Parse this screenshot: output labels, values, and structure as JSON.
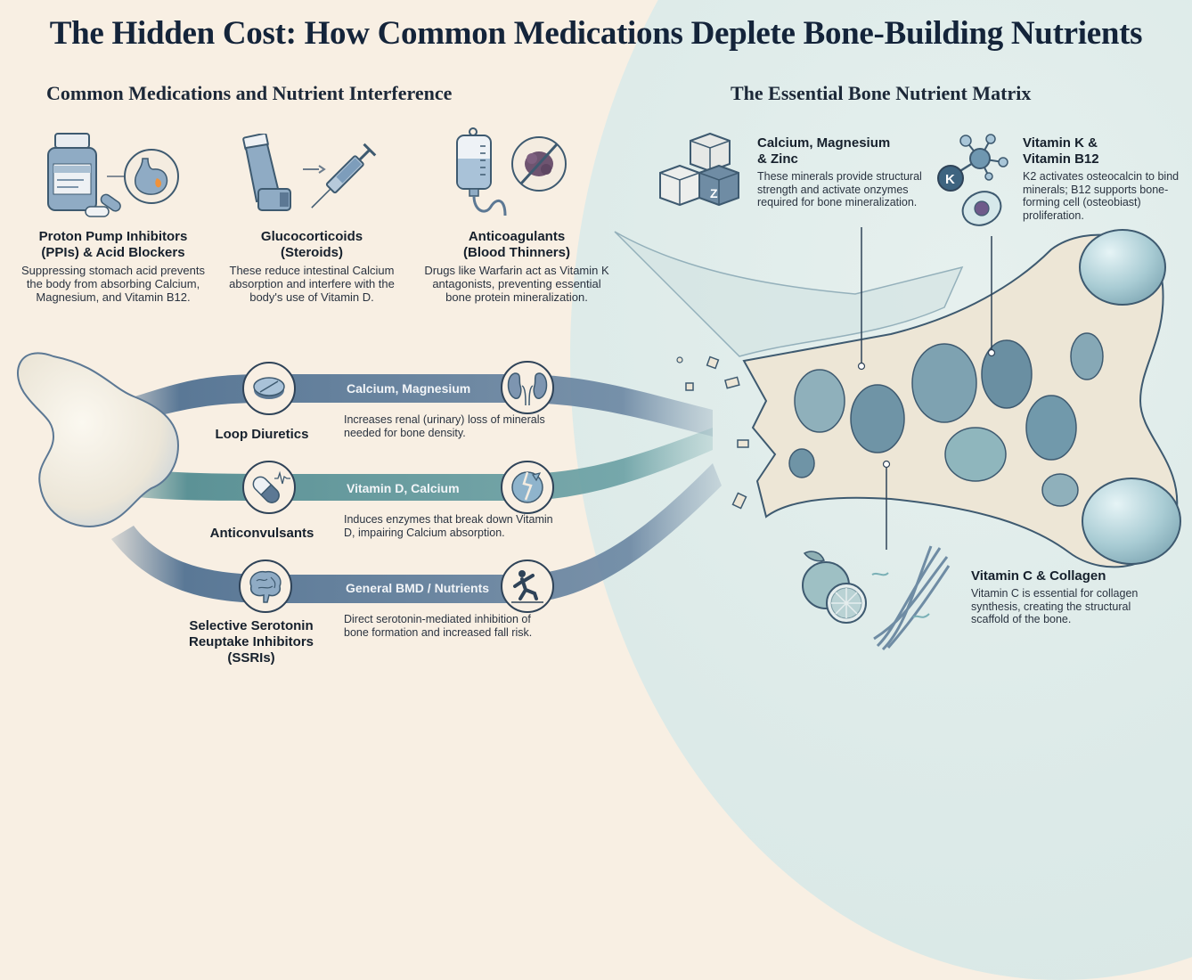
{
  "title": "The Hidden Cost: How Common Medications Deplete Bone-Building Nutrients",
  "left_section": {
    "heading": "Common Medications and Nutrient Interference",
    "medications": [
      {
        "name_line1": "Proton Pump Inhibitors",
        "name_line2": "(PPIs) & Acid Blockers",
        "description": "Suppressing stomach acid prevents the body from absorbing Calcium, Magnesium, and Vitamin B12.",
        "icons": [
          "pill-bottle-icon",
          "stomach-acid-icon"
        ]
      },
      {
        "name_line1": "Glucocorticoids",
        "name_line2": "(Steroids)",
        "description": "These reduce intestinal Calcium absorption and interfere with the body's use of Vitamin D.",
        "icons": [
          "inhaler-icon",
          "syringe-icon"
        ]
      },
      {
        "name_line1": "Anticoagulants",
        "name_line2": "(Blood Thinners)",
        "description": "Drugs like Warfarin act as Vitamin K antagonists, preventing essential bone protein mineralization.",
        "icons": [
          "iv-bag-icon",
          "no-clot-icon"
        ]
      }
    ],
    "pathways": [
      {
        "medication": "Loop Diuretics",
        "nutrients": "Calcium, Magnesium",
        "description": "Increases renal (urinary) loss of minerals needed for bone density.",
        "med_icon": "tablet-icon",
        "effect_icon": "kidneys-icon",
        "band_color": "#5a7896"
      },
      {
        "medication": "Anticonvulsants",
        "nutrients": "Vitamin D, Calcium",
        "description": "Induces enzymes that break down Vitamin D, impairing Calcium absorption.",
        "med_icon": "capsule-pulse-icon",
        "effect_icon": "cracked-bone-icon",
        "band_color": "#5c9296"
      },
      {
        "medication_line1": "Selective Serotonin",
        "medication_line2": "Reuptake Inhibitors (SSRIs)",
        "nutrients": "General BMD / Nutrients",
        "description": "Direct serotonin-mediated inhibition of bone formation and increased fall risk.",
        "med_icon": "brain-icon",
        "effect_icon": "falling-person-icon",
        "band_color": "#4e6e8e"
      }
    ]
  },
  "right_section": {
    "heading": "The Essential Bone Nutrient Matrix",
    "nutrients": [
      {
        "name_line1": "Calcium, Magnesium",
        "name_line2": "& Zinc",
        "description": "These minerals provide structural strength and activate onzymes required for bone mineralization.",
        "icon": "mineral-cubes-icon",
        "cube_letter": "Z"
      },
      {
        "name_line1": "Vitamin K &",
        "name_line2": "Vitamin B12",
        "description": "K2 activates osteocalcin to bind minerals; B12 supports bone-forming cell (osteobiast) proliferation.",
        "icon": "molecule-cell-icon",
        "molecule_letter": "K"
      },
      {
        "name": "Vitamin C & Collagen",
        "description": "Vitamin C is essential for collagen synthesis, creating the structural scaffold of the bone.",
        "icon": "citrus-collagen-icon"
      }
    ]
  },
  "colors": {
    "background_left": "#f8efe3",
    "background_right": "#dceae8",
    "title": "#14243a",
    "band_blue": "#5a7896",
    "band_teal": "#5c9296",
    "bone": "#efe9dc"
  }
}
